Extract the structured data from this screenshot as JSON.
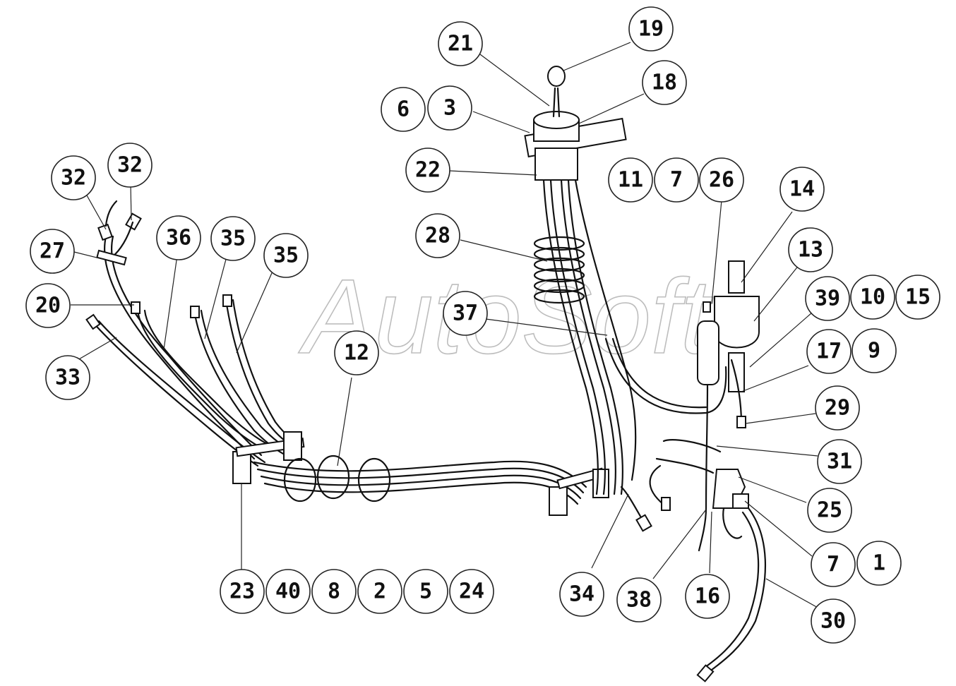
{
  "watermark": "AutoSoft",
  "callouts": [
    {
      "label": "21"
    },
    {
      "label": "19"
    },
    {
      "label": "18"
    },
    {
      "label": "6"
    },
    {
      "label": "3"
    },
    {
      "label": "22"
    },
    {
      "label": "11"
    },
    {
      "label": "7"
    },
    {
      "label": "26"
    },
    {
      "label": "14"
    },
    {
      "label": "32"
    },
    {
      "label": "32"
    },
    {
      "label": "36"
    },
    {
      "label": "35"
    },
    {
      "label": "35"
    },
    {
      "label": "28"
    },
    {
      "label": "13"
    },
    {
      "label": "27"
    },
    {
      "label": "20"
    },
    {
      "label": "39"
    },
    {
      "label": "10"
    },
    {
      "label": "15"
    },
    {
      "label": "37"
    },
    {
      "label": "12"
    },
    {
      "label": "17"
    },
    {
      "label": "9"
    },
    {
      "label": "33"
    },
    {
      "label": "29"
    },
    {
      "label": "31"
    },
    {
      "label": "25"
    },
    {
      "label": "7"
    },
    {
      "label": "1"
    },
    {
      "label": "23"
    },
    {
      "label": "40"
    },
    {
      "label": "8"
    },
    {
      "label": "2"
    },
    {
      "label": "5"
    },
    {
      "label": "24"
    },
    {
      "label": "34"
    },
    {
      "label": "38"
    },
    {
      "label": "16"
    },
    {
      "label": "30"
    }
  ]
}
